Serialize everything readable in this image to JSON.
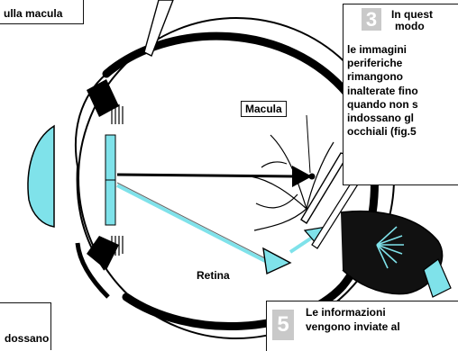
{
  "callout_top_left": {
    "text": "ulla macula"
  },
  "callout_top_right": {
    "number": "3",
    "heading": [
      "In quest",
      "modo"
    ],
    "lines": [
      "le immagini",
      "periferiche",
      "rimangono",
      "inalterate fino",
      "quando non s",
      "indossano gl",
      "occhiali (fig.5"
    ]
  },
  "callout_bottom_right": {
    "number": "5",
    "lines": [
      "Le informazioni",
      "vengono inviate al"
    ]
  },
  "callout_bottom_left": {
    "text": "dossano"
  },
  "labels": {
    "macula": "Macula",
    "retina": "Retina"
  },
  "colors": {
    "cyan": "#7fe2ea",
    "line": "#000000",
    "box_number": "#c9c9c9"
  }
}
